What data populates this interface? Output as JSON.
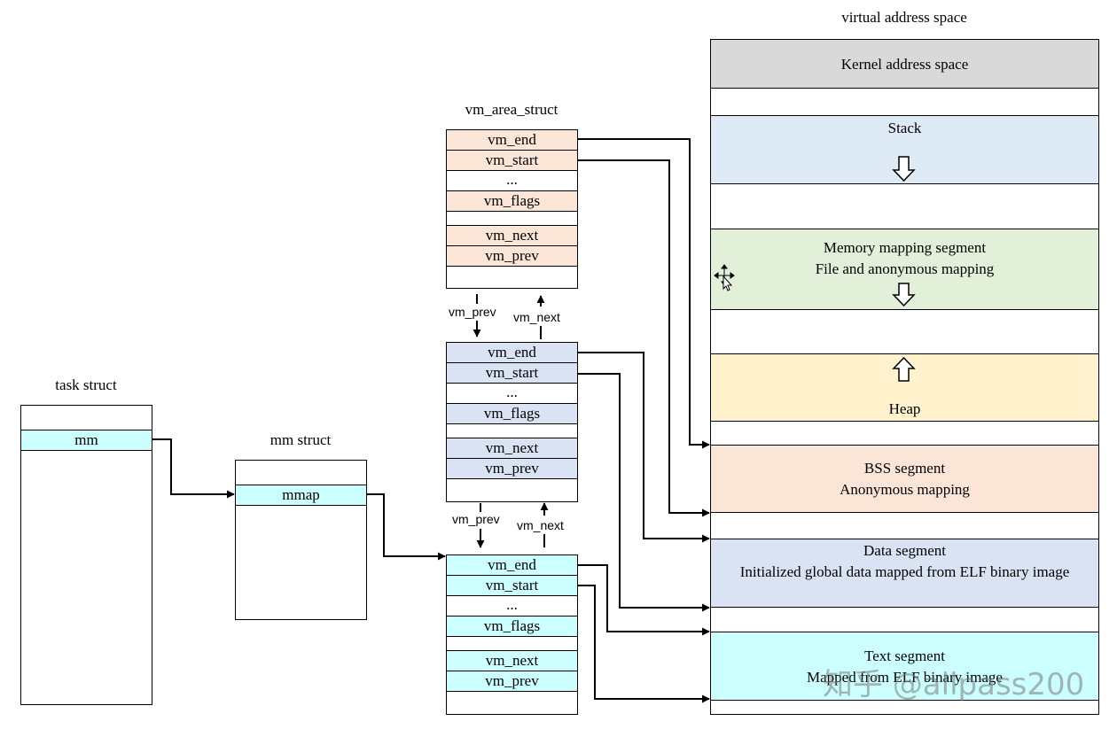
{
  "titles": {
    "virtual_address_space": "virtual address space",
    "vm_area_struct": "vm_area_struct",
    "task_struct": "task struct",
    "mm_struct": "mm struct"
  },
  "task_struct": {
    "field": "mm"
  },
  "mm_struct": {
    "field": "mmap"
  },
  "vma_fields": {
    "vm_end": "vm_end",
    "vm_start": "vm_start",
    "dots": "...",
    "vm_flags": "vm_flags",
    "vm_next": "vm_next",
    "vm_prev": "vm_prev"
  },
  "link_labels": {
    "prev": "vm_prev",
    "next": "vm_next"
  },
  "segments": {
    "kernel": "Kernel address space",
    "stack": "Stack",
    "mmap_line1": "Memory mapping segment",
    "mmap_line2": "File and anonymous mapping",
    "heap": "Heap",
    "bss_line1": "BSS segment",
    "bss_line2": "Anonymous mapping",
    "data_line1": "Data segment",
    "data_line2": "Initialized global data mapped from ELF binary image",
    "text_line1": "Text segment",
    "text_line2": "Mapped from ELF binary image"
  },
  "colors": {
    "kernel": "#d9d9d9",
    "stack": "#deebf7",
    "mmap": "#e2f0d9",
    "heap": "#fff2cc",
    "bss": "#fbe5d6",
    "data": "#dae3f3",
    "text": "#ccffff"
  },
  "watermark": "知乎 @allpass200"
}
